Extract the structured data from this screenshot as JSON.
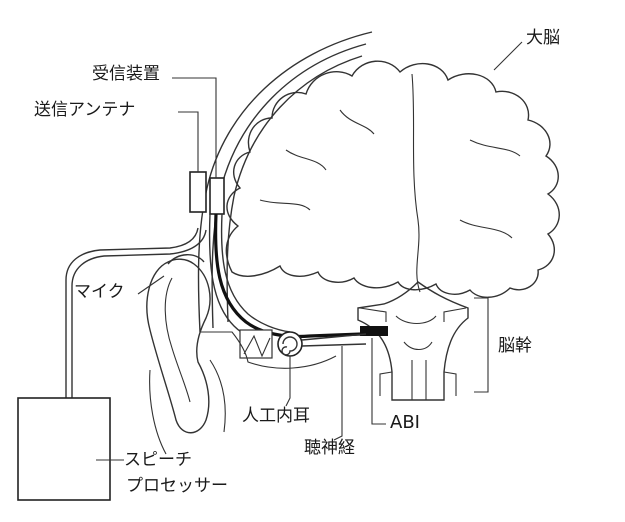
{
  "labels": {
    "cerebrum": "大脳",
    "receiver": "受信装置",
    "transmit_antenna": "送信アンテナ",
    "microphone": "マイク",
    "brainstem": "脳幹",
    "cochlear_implant": "人工内耳",
    "abi": "ABI",
    "auditory_nerve": "聴神経",
    "speech_processor_line1": "スピーチ",
    "speech_processor_line2": "プロセッサー"
  }
}
